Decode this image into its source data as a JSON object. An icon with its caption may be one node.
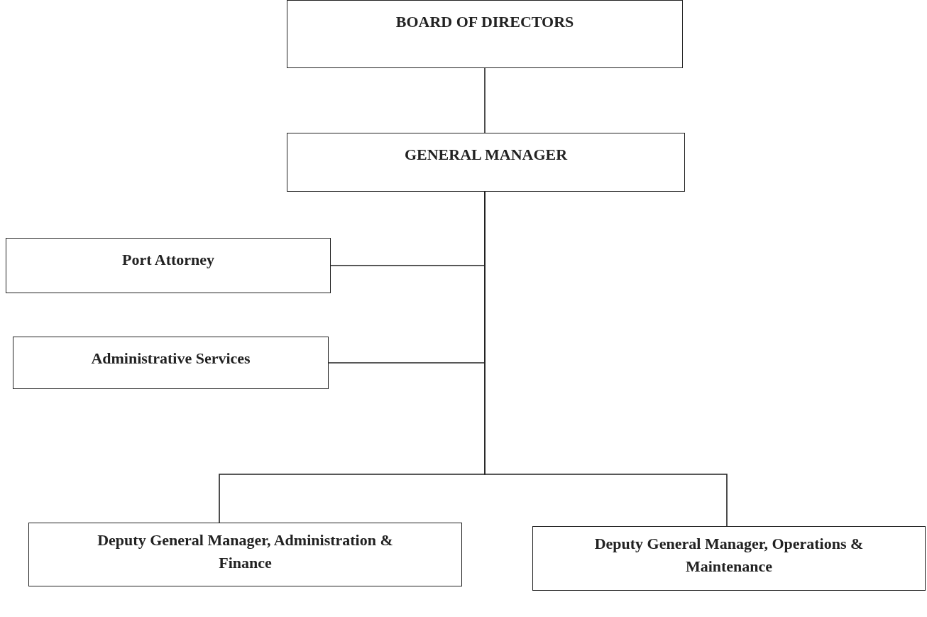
{
  "diagram": {
    "nodes": [
      {
        "text": [
          "BOARD OF DIRECTORS"
        ]
      },
      {
        "text": [
          "GENERAL MANAGER"
        ]
      },
      {
        "text": [
          "Port Attorney"
        ]
      },
      {
        "text": [
          "Administrative Services"
        ]
      },
      {
        "text": [
          "Deputy General Manager, Administration & Finance"
        ]
      },
      {
        "text": [
          "Deputy General Manager, Operations & Maintenance"
        ]
      }
    ],
    "edges": [
      {
        "from": 0,
        "to": 1,
        "arrow": "none"
      },
      {
        "from": 1,
        "to": 2,
        "arrow": "none"
      },
      {
        "from": 1,
        "to": 3,
        "arrow": "none"
      },
      {
        "from": 1,
        "to": 4,
        "arrow": "none"
      },
      {
        "from": 1,
        "to": 5,
        "arrow": "none"
      }
    ]
  }
}
